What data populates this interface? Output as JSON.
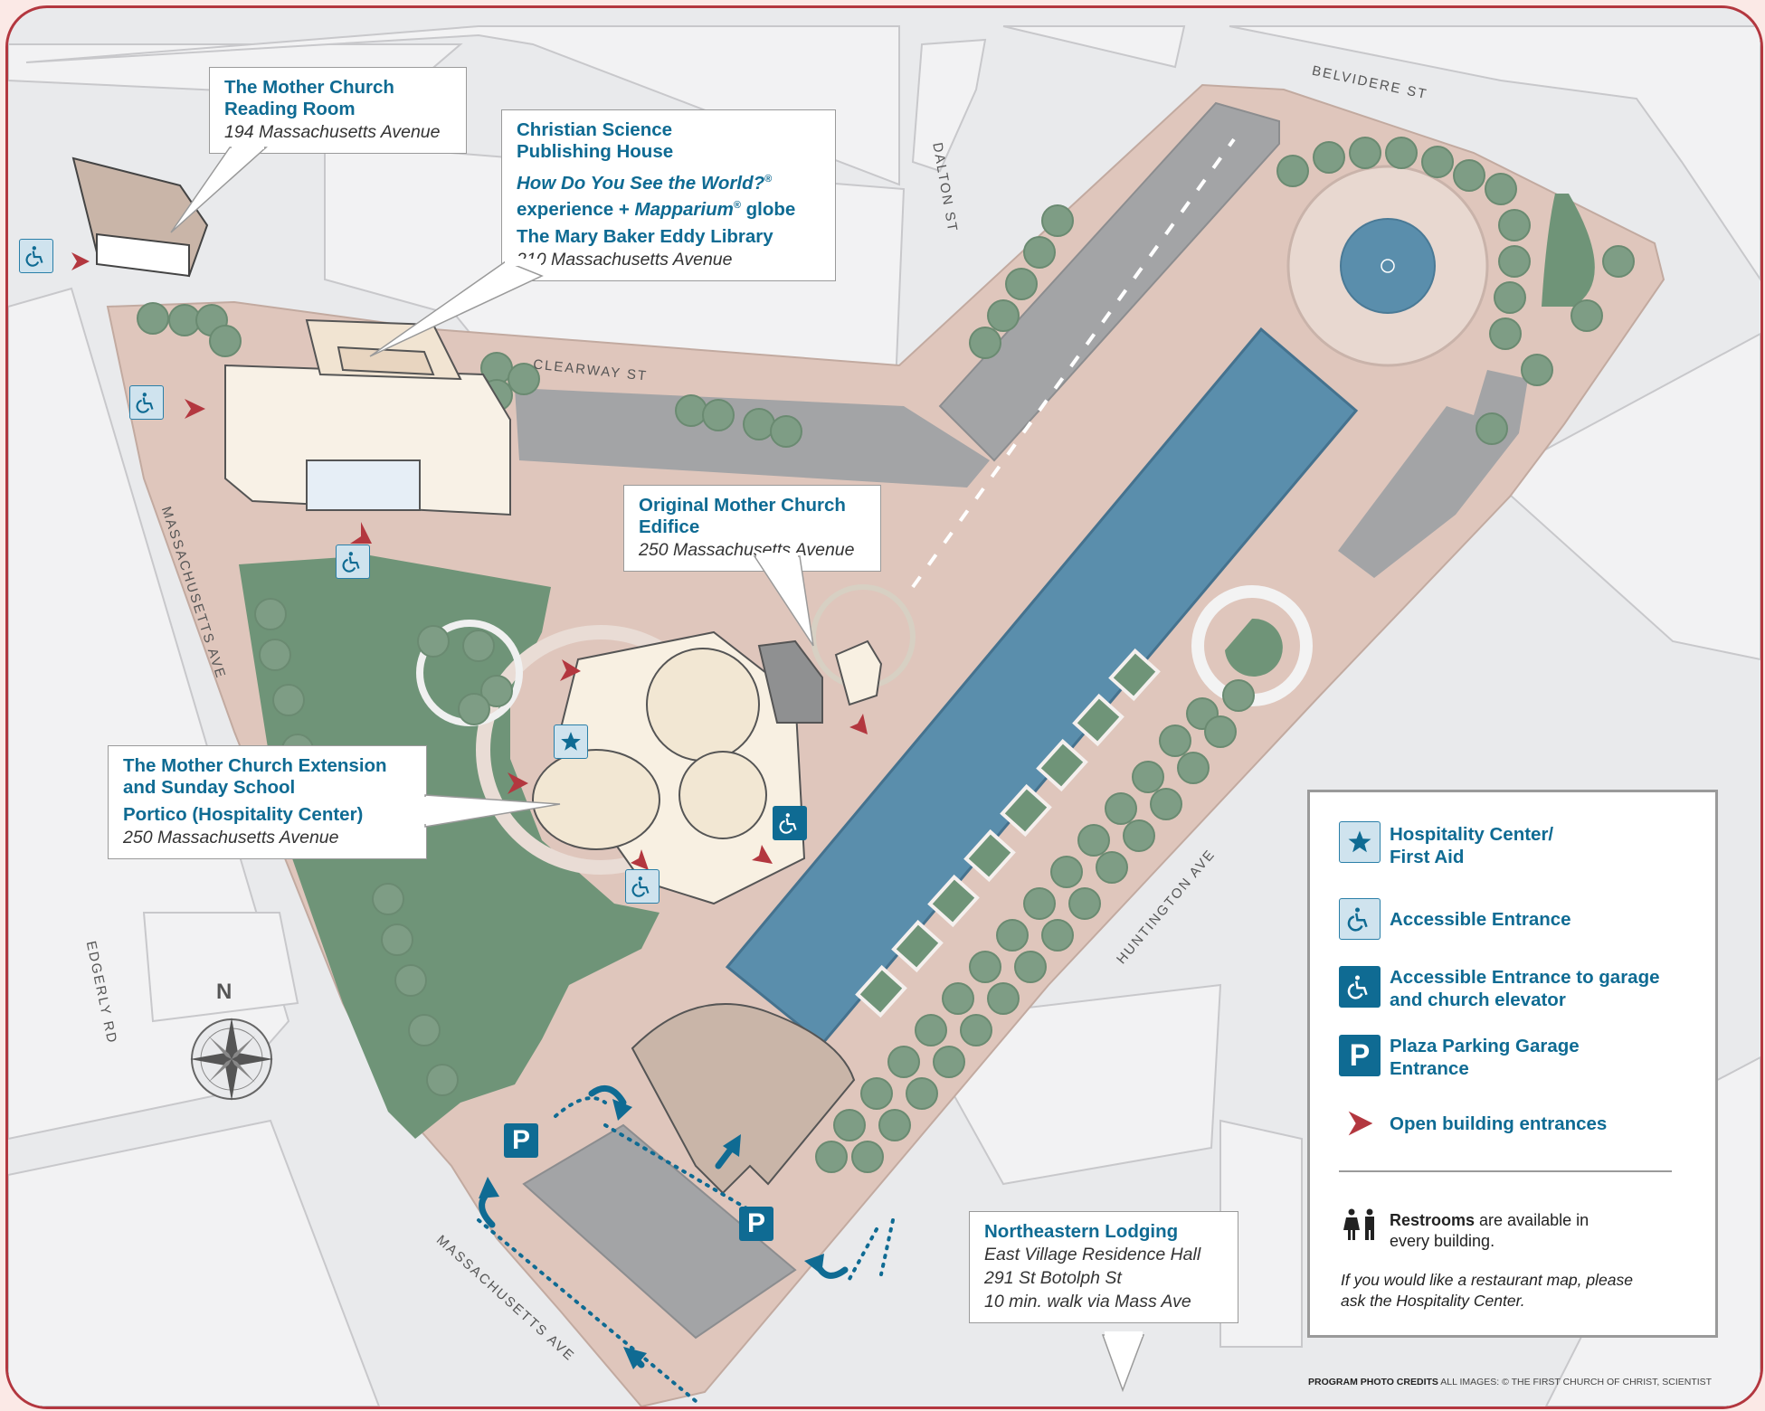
{
  "callouts": {
    "reading_room": {
      "title": "The Mother Church Reading Room",
      "address": "194 Massachusetts Avenue"
    },
    "publishing_house": {
      "title": "Christian Science Publishing House",
      "experience_1": "How Do You See the World?",
      "experience_reg": "®",
      "experience_2": "experience + ",
      "experience_3": "Mapparium",
      "experience_4": " globe",
      "library": "The Mary Baker Eddy Library",
      "address": "210 Massachusetts Avenue"
    },
    "original_edifice": {
      "title": "Original Mother Church Edifice",
      "address": "250 Massachusetts Avenue"
    },
    "extension": {
      "title": "The Mother Church Extension and Sunday School",
      "portico": "Portico (Hospitality Center)",
      "address": "250 Massachusetts Avenue"
    },
    "lodging": {
      "title": "Northeastern Lodging",
      "line1": "East Village Residence Hall",
      "line2": "291 St Botolph St",
      "line3": "10 min. walk via Mass Ave"
    }
  },
  "streets": {
    "belvidere": "BELVIDERE ST",
    "dalton": "DALTON ST",
    "clearway": "CLEARWAY ST",
    "mass_ave_1": "MASSACHUSETTS AVE",
    "mass_ave_2": "MASSACHUSETTS AVE",
    "huntington": "HUNTINGTON AVE",
    "edgerly": "EDGERLY RD"
  },
  "compass": {
    "north": "N"
  },
  "parking_letter": "P",
  "legend": {
    "items": [
      {
        "icon": "star-icon",
        "label": "Hospitality Center/ First Aid"
      },
      {
        "icon": "wheelchair-icon",
        "label": "Accessible Entrance"
      },
      {
        "icon": "wheelchair-dark-icon",
        "label": "Accessible Entrance to garage and church elevator"
      },
      {
        "icon": "parking-icon",
        "label": "Plaza Parking Garage Entrance"
      },
      {
        "icon": "arrow-icon",
        "label": "Open building entrances"
      }
    ],
    "restrooms_bold": "Restrooms",
    "restrooms_rest": " are available in every building.",
    "note": "If you would like a restaurant map, please ask the Hospitality Center."
  },
  "credits": {
    "bold": "PROGRAM PHOTO CREDITS",
    "rest": " ALL IMAGES: © THE FIRST CHURCH OF CHRIST, SCIENTIST"
  },
  "colors": {
    "accent": "#0f6b93",
    "entrance_arrow": "#b3373f",
    "pool": "#5a8eac",
    "lawn": "#6f9478",
    "plaza": "#dfc6bc",
    "building_gray": "#a3a4a6",
    "border": "#b3373f"
  }
}
